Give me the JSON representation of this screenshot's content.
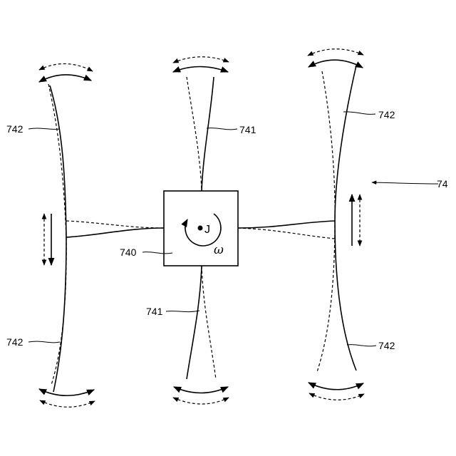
{
  "diagram": {
    "labels": {
      "left_top": "742",
      "center_top": "741",
      "right_top": "742",
      "assembly": "74",
      "center_block": "740",
      "inertia": "J",
      "angular_velocity": "ω",
      "center_bottom": "741",
      "left_bottom": "742",
      "right_bottom": "742"
    }
  }
}
